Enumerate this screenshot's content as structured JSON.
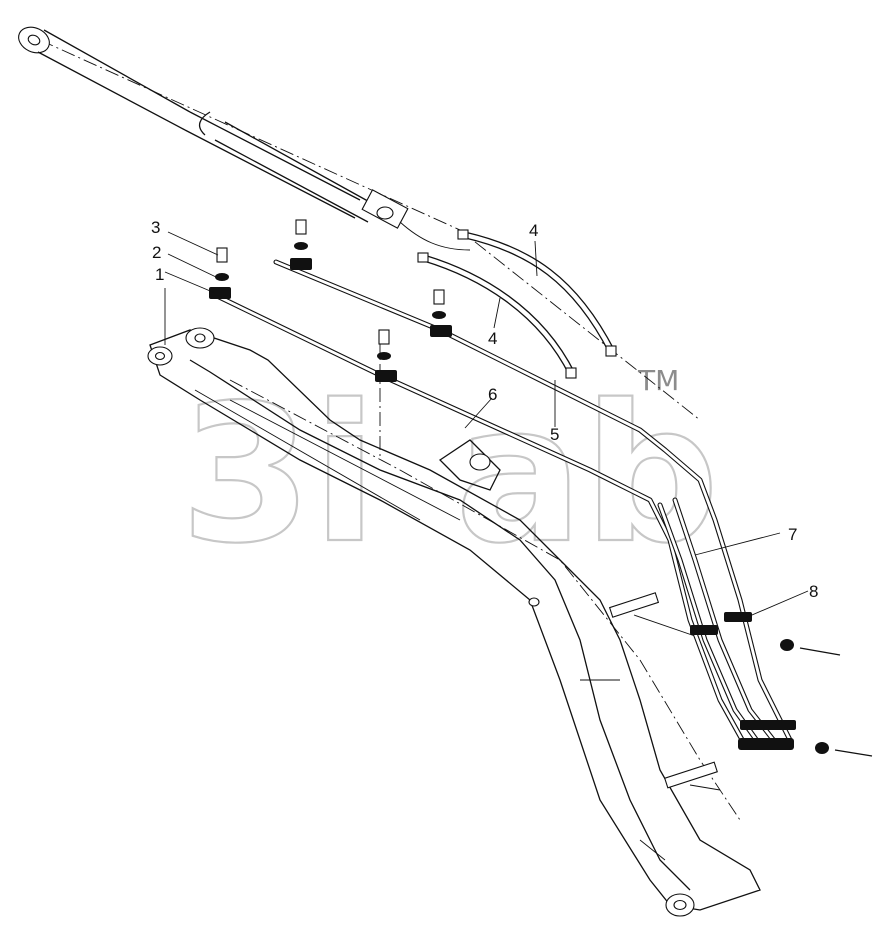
{
  "watermark": {
    "text": "3i",
    "text2": "ab",
    "trademark": "TM"
  },
  "callouts": [
    {
      "id": "c1",
      "label": "1"
    },
    {
      "id": "c2",
      "label": "2"
    },
    {
      "id": "c3",
      "label": "3"
    },
    {
      "id": "c4a",
      "label": "4"
    },
    {
      "id": "c4b",
      "label": "4"
    },
    {
      "id": "c5",
      "label": "5"
    },
    {
      "id": "c6",
      "label": "6"
    },
    {
      "id": "c7",
      "label": "7"
    },
    {
      "id": "c8",
      "label": "8"
    }
  ]
}
